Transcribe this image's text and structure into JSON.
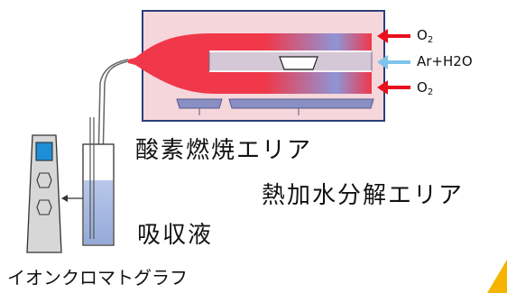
{
  "labels": {
    "o2_top": "O",
    "o2_top_sub": "2",
    "ar_h2o": "Ar+H2O",
    "o2_bottom": "O",
    "o2_bottom_sub": "2",
    "oxygen_combustion_area": "酸素燃焼エリア",
    "pyrohydrolysis_area": "熱加水分解エリア",
    "absorbing_solution": "吸収液",
    "ion_chromatograph": "イオンクロマトグラフ"
  },
  "colors": {
    "furnace_fill": "#f5d6da",
    "furnace_border": "#2c3f7a",
    "combustion_red": "#f0384a",
    "arrow_red": "#e8101c",
    "arrow_blue": "#7fc4ec",
    "heater_block": "#8a8fc4",
    "liquid": "#a9bde3",
    "instrument_screen": "#1e8fd6",
    "instrument_body": "#d7d7d7",
    "accent_yellow": "#f5b400"
  }
}
